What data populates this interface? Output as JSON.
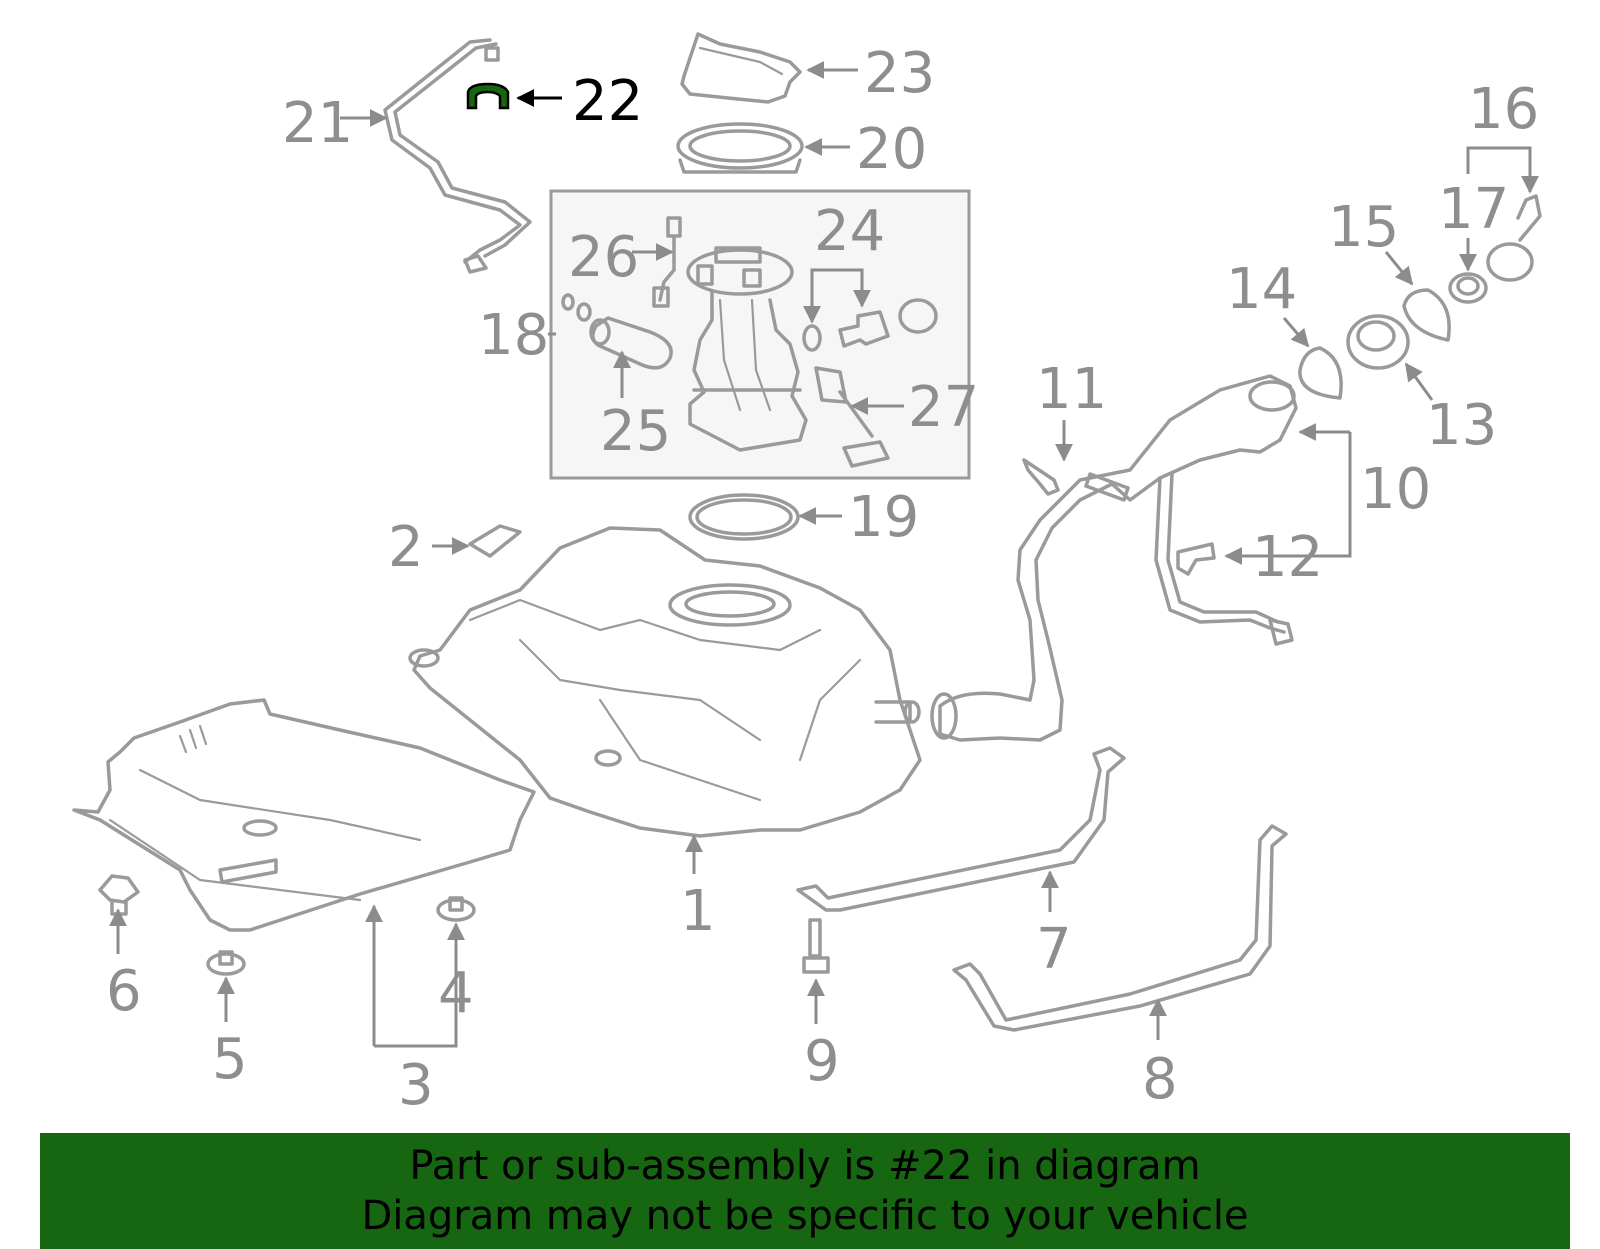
{
  "colors": {
    "line": "#9a9a9a",
    "highlight": "#176612",
    "banner_bg": "#176612",
    "banner_text": "#000000"
  },
  "highlighted_part": "22",
  "labels": [
    {
      "id": "1",
      "text": "1"
    },
    {
      "id": "2",
      "text": "2"
    },
    {
      "id": "3",
      "text": "3"
    },
    {
      "id": "4",
      "text": "4"
    },
    {
      "id": "5",
      "text": "5"
    },
    {
      "id": "6",
      "text": "6"
    },
    {
      "id": "7",
      "text": "7"
    },
    {
      "id": "8",
      "text": "8"
    },
    {
      "id": "9",
      "text": "9"
    },
    {
      "id": "10",
      "text": "10"
    },
    {
      "id": "11",
      "text": "11"
    },
    {
      "id": "12",
      "text": "12"
    },
    {
      "id": "13",
      "text": "13"
    },
    {
      "id": "14",
      "text": "14"
    },
    {
      "id": "15",
      "text": "15"
    },
    {
      "id": "16",
      "text": "16"
    },
    {
      "id": "17",
      "text": "17"
    },
    {
      "id": "18",
      "text": "18"
    },
    {
      "id": "19",
      "text": "19"
    },
    {
      "id": "20",
      "text": "20"
    },
    {
      "id": "21",
      "text": "21"
    },
    {
      "id": "22",
      "text": "22"
    },
    {
      "id": "23",
      "text": "23"
    },
    {
      "id": "24",
      "text": "24"
    },
    {
      "id": "25",
      "text": "25"
    },
    {
      "id": "26",
      "text": "26"
    },
    {
      "id": "27",
      "text": "27"
    }
  ],
  "banner": {
    "line1": "Part or sub-assembly is #22 in diagram",
    "line2": "Diagram may not be specific to your vehicle"
  }
}
